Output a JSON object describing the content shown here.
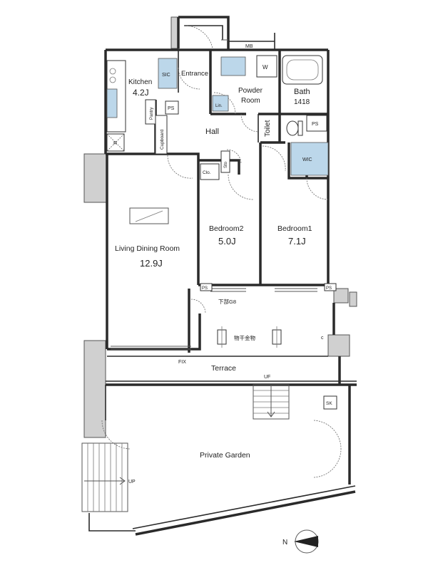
{
  "rooms": {
    "kitchen": {
      "name": "Kitchen",
      "size": "4.2J"
    },
    "living": {
      "name": "Living Dining Room",
      "size": "12.9J"
    },
    "bedroom2": {
      "name": "Bedroom2",
      "size": "5.0J"
    },
    "bedroom1": {
      "name": "Bedroom1",
      "size": "7.1J"
    },
    "hall": {
      "name": "Hall"
    },
    "entrance": {
      "name": "Entrance"
    },
    "powder": {
      "name_line1": "Powder",
      "name_line2": "Room"
    },
    "bath": {
      "name": "Bath",
      "size": "1418"
    },
    "toilet": {
      "name": "Toilet"
    },
    "terrace": {
      "name": "Terrace"
    },
    "garden": {
      "name": "Private Garden"
    }
  },
  "tags": {
    "mb": "MB",
    "sic": "SIC",
    "ps": "PS",
    "pantry": "Pantry",
    "cupboard": "Cupboard",
    "r": "R",
    "w": "W",
    "lin": "Lin.",
    "wic": "WIC",
    "sto": "Sto",
    "clo": "Clo.",
    "underfloor": "下部G8",
    "dryer": "物干金物",
    "fix": "FIX",
    "uf": "UF",
    "up": "UP",
    "sk": "SK",
    "c": "c",
    "north": "N"
  },
  "colors": {
    "accent": "#bcd7ea",
    "wall": "#2a2a2a"
  }
}
